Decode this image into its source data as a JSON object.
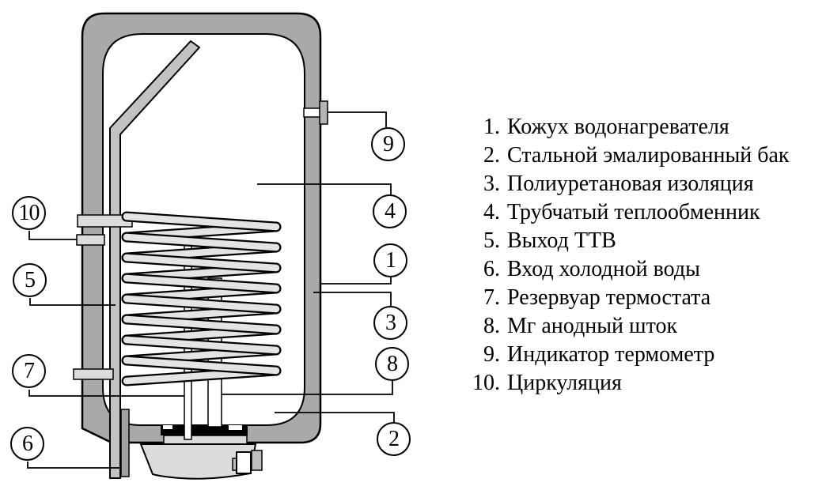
{
  "legend": {
    "items": [
      {
        "num": "1.",
        "text": "Кожух водонагревателя"
      },
      {
        "num": "2.",
        "text": "Стальной эмалированный бак"
      },
      {
        "num": "3.",
        "text": "Полиуретановая изоляция"
      },
      {
        "num": "4.",
        "text": "Трубчатый теплообменник"
      },
      {
        "num": "5.",
        "text": "Выход ТТВ"
      },
      {
        "num": "6.",
        "text": "Вход холодной воды"
      },
      {
        "num": "7.",
        "text": "Резервуар термостата"
      },
      {
        "num": "8.",
        "text": "Мг анодный шток"
      },
      {
        "num": "9.",
        "text": "Индикатор термометр"
      },
      {
        "num": "10.",
        "text": "Циркуляция"
      }
    ]
  },
  "callouts": {
    "c1": "1",
    "c2": "2",
    "c3": "3",
    "c4": "4",
    "c5": "5",
    "c6": "6",
    "c7": "7",
    "c8": "8",
    "c9": "9",
    "c10": "10"
  },
  "colors": {
    "casing_gray": "#a9a9a9",
    "pipe_gray": "#c2c2c2",
    "coil_gray": "#e4e4e4",
    "fitting_gray": "#dcdcdc",
    "outline_black": "#000000",
    "background": "#ffffff"
  }
}
